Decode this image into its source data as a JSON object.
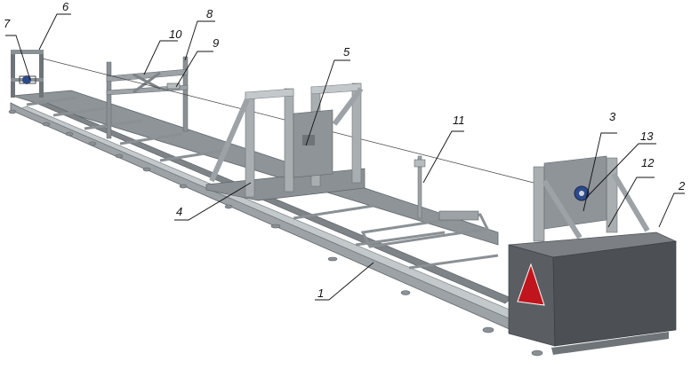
{
  "figure": {
    "callouts": [
      "1",
      "2",
      "3",
      "4",
      "5",
      "6",
      "7",
      "8",
      "9",
      "10",
      "11",
      "12",
      "13"
    ],
    "colors": {
      "frame": "#9aa0a4",
      "frame_dark": "#6e7478",
      "frame_light": "#c3c8cb",
      "box": "#5a5e62",
      "box_top": "#7c8084",
      "logo": "#c0151c",
      "leader": "#111111",
      "wire": "#444444"
    },
    "icons": [
      "triangle-logo-icon",
      "motor-icon"
    ]
  }
}
